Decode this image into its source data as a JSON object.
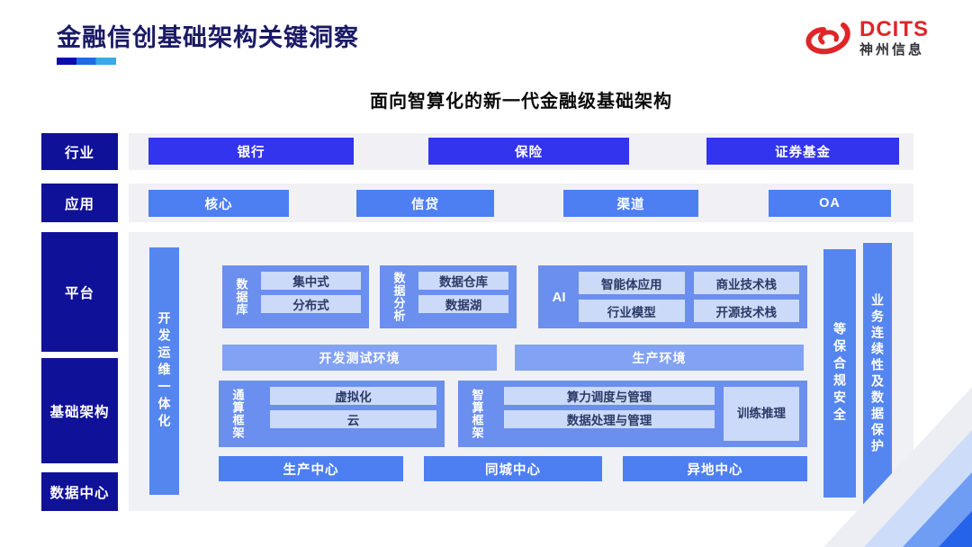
{
  "header": {
    "title": "金融信创基础架构关键洞察",
    "logo": {
      "brand": "DCITS",
      "company": "神州信息"
    }
  },
  "subtitle": "面向智算化的新一代金融级基础架构",
  "side_labels": {
    "industry": "行业",
    "application": "应用",
    "platform": "平台",
    "infrastructure": "基础架构",
    "datacenter": "数据中心"
  },
  "industry_row": [
    "银行",
    "保险",
    "证券基金"
  ],
  "application_row": [
    "核心",
    "信贷",
    "渠道",
    "OA"
  ],
  "platform": {
    "devops_bar": "开发运维一体化",
    "database_group": {
      "label": "数据库",
      "items": [
        "集中式",
        "分布式"
      ]
    },
    "analytics_group": {
      "label": "数据分析",
      "items": [
        "数据仓库",
        "数据湖"
      ]
    },
    "ai_group": {
      "label": "AI",
      "items": [
        "智能体应用",
        "商业技术栈",
        "行业模型",
        "开源技术栈"
      ]
    },
    "env_row": [
      "开发测试环境",
      "生产环境"
    ],
    "general_compute_group": {
      "label": "通算框架",
      "items": [
        "虚拟化",
        "云"
      ]
    },
    "ai_compute_group": {
      "label": "智算框架",
      "items": [
        "算力调度与管理",
        "数据处理与管理"
      ],
      "side_item": "训练推理"
    },
    "datacenter_row": [
      "生产中心",
      "同城中心",
      "异地中心"
    ],
    "security_bar": "等保合规安全",
    "continuity_bar": "业务连续性及数据保护"
  },
  "colors": {
    "title_navy": "#1a1a66",
    "label_navy": "#101199",
    "industry_blue": "#3234ee",
    "app_blue": "#4d7ff2",
    "group_blue": "#6b8fee",
    "chip_blue": "#cbdaf8",
    "env_blue": "#82a2f3",
    "bar_blue": "#5586f0",
    "panel_gray": "#f0f1f4",
    "brand_red": "#e02528"
  }
}
